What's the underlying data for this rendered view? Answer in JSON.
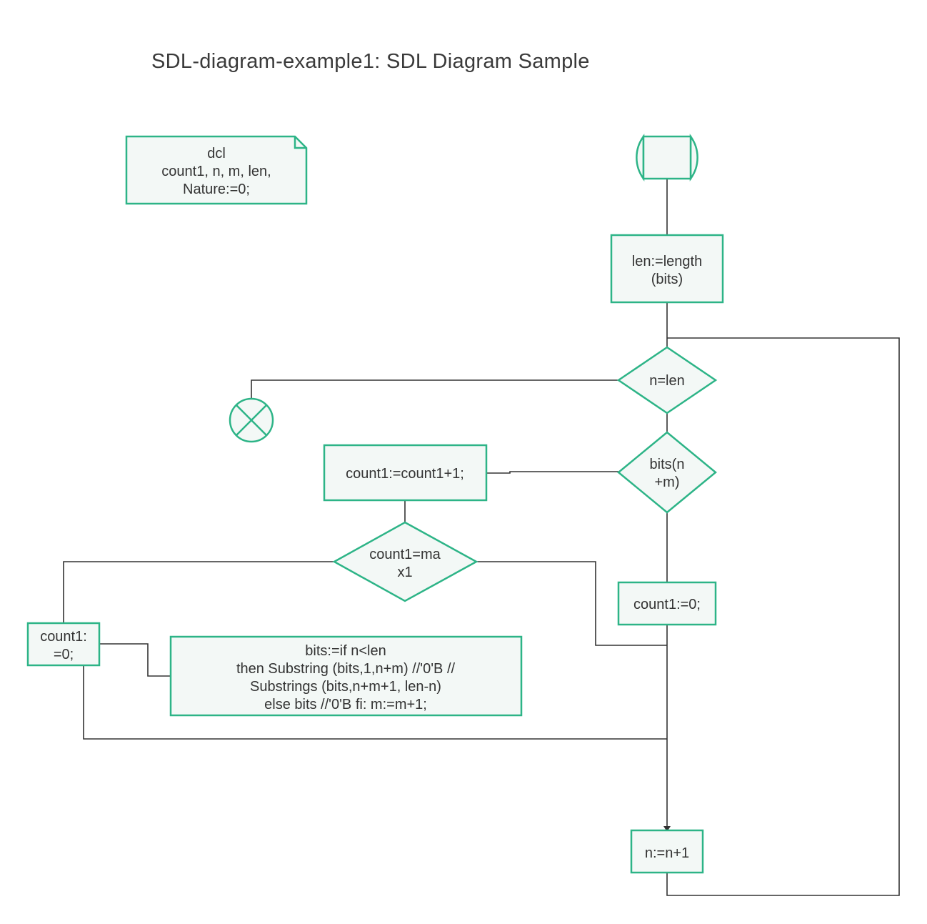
{
  "title": "SDL-diagram-example1: SDL Diagram Sample",
  "colors": {
    "stroke": "#2db487",
    "fill": "#f3f8f6",
    "connector": "#333333",
    "text": "#333333"
  },
  "nodes": {
    "declaration": {
      "lines": [
        "dcl",
        "count1, n, m, len,",
        "Nature:=0;"
      ]
    },
    "len_task": {
      "lines": [
        "len:=length",
        "(bits)"
      ]
    },
    "decision_n_len": {
      "lines": [
        "n=len"
      ]
    },
    "decision_bits": {
      "lines": [
        "bits(n",
        "+m)"
      ]
    },
    "count_increment": {
      "lines": [
        "count1:=count1+1;"
      ]
    },
    "decision_count_max": {
      "lines": [
        "count1=ma",
        "x1"
      ]
    },
    "count_reset_right": {
      "lines": [
        "count1:=0;"
      ]
    },
    "count_reset_left": {
      "lines": [
        "count1:",
        "=0;"
      ]
    },
    "bits_task": {
      "lines": [
        "bits:=if n<len",
        "then Substring (bits,1,n+m) //'0'B //",
        "Substrings (bits,n+m+1, len-n)",
        "else bits //'0'B fi: m:=m+1;"
      ]
    },
    "n_increment": {
      "lines": [
        "n:=n+1"
      ]
    }
  }
}
